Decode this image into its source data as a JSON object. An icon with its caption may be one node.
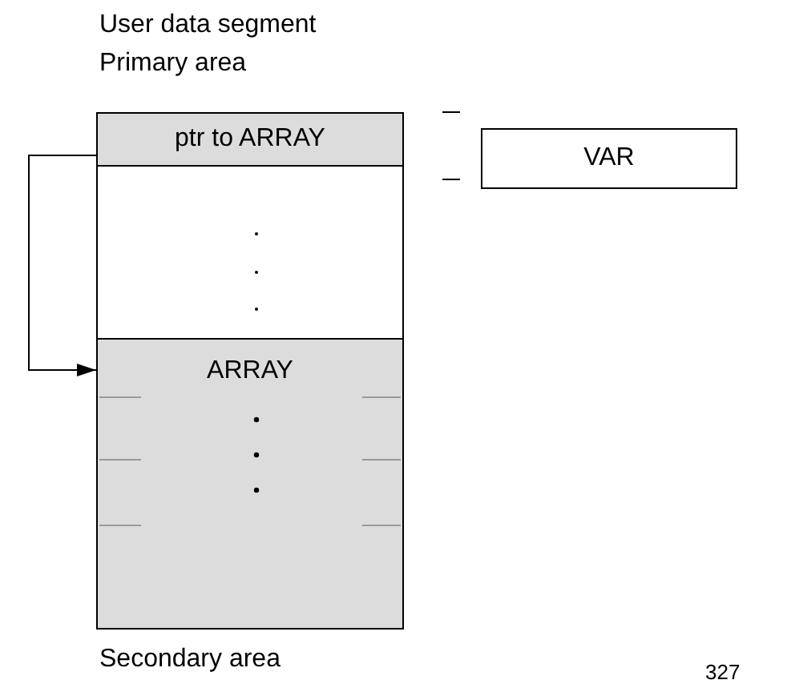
{
  "diagram": {
    "nodes": [
      {
        "text": [
          "ptr to ARRAY"
        ]
      },
      {
        "text": [
          "ARRAY"
        ]
      },
      {
        "text": [
          "VAR"
        ]
      }
    ],
    "edges": [
      {
        "from": 0,
        "to": 1,
        "arrow": "to"
      }
    ],
    "labels": [
      "User data segment",
      "Primary area",
      "Secondary area",
      "327"
    ]
  }
}
